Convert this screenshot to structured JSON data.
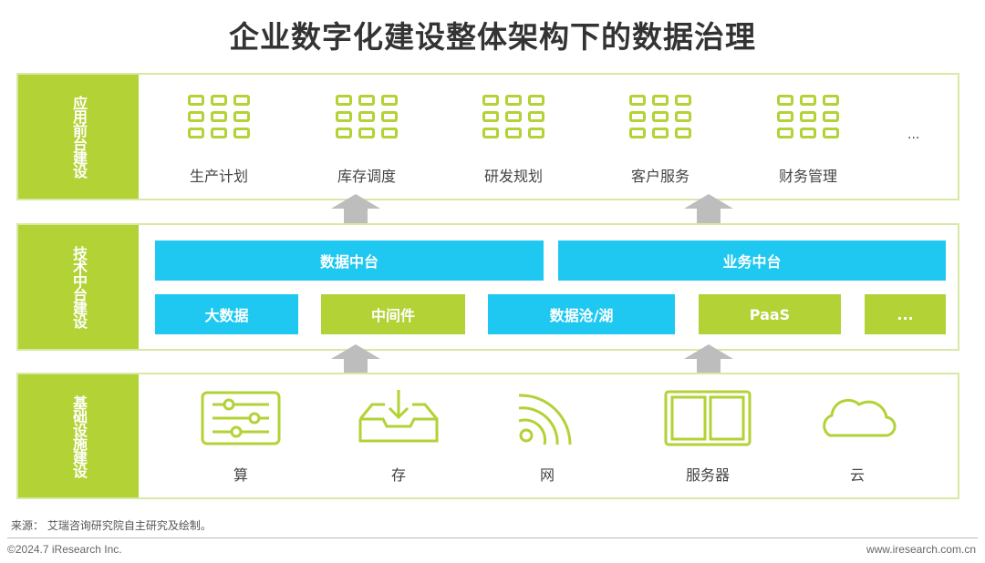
{
  "title": "企业数字化建设整体架构下的数据治理",
  "layers": {
    "app": {
      "label": "应用前台建设",
      "items": [
        "生产计划",
        "库存调度",
        "研发规划",
        "客户服务",
        "财务管理"
      ],
      "more": "..."
    },
    "tech": {
      "label": "技术中台建设",
      "top": [
        "数据中台",
        "业务中台"
      ],
      "bottom": [
        "大数据",
        "中间件",
        "数据沧/湖",
        "PaaS",
        "..."
      ]
    },
    "infra": {
      "label": "基础设施建设",
      "items": [
        "算",
        "存",
        "网",
        "服务器",
        "云"
      ]
    }
  },
  "source": "来源： 艾瑞咨询研究院自主研究及绘制。",
  "copyright": "©2024.7 iResearch Inc.",
  "website": "www.iresearch.com.cn",
  "colors": {
    "green": "#b2d235",
    "blue": "#1ec8f0"
  }
}
